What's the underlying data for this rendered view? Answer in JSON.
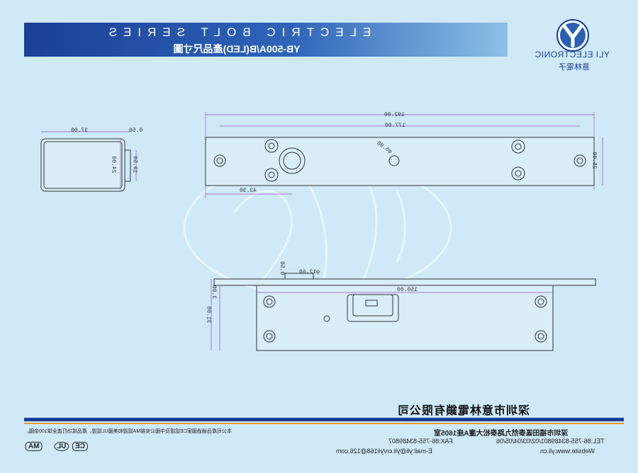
{
  "header": {
    "title": "ELECTRIC BOLT SERIES",
    "subtitle": "YB-500A/B(LED)產品尺寸圖"
  },
  "brand": {
    "name_en": "YLI ELECTRONIC",
    "name_cn": "意林電子",
    "color": "#1a3f96",
    "logo_icon": "yli-logo-icon"
  },
  "dimensions": {
    "side_width": "37.00",
    "side_lip": "0.50",
    "side_height": "24.00",
    "side_inner": "19.50",
    "top_length": "192.00",
    "top_hole_span": "177.00",
    "top_height": "25.00",
    "top_bolt_offset": "43.30",
    "top_small_hole": "φ5.00",
    "front_bolt_dia": "φ12.60",
    "front_bolt_protrude": "0.50",
    "front_body_length": "150.00",
    "front_plate": "3.00",
    "front_height": "31.00"
  },
  "watermark": "yli",
  "footer": {
    "company": "深圳市意林電鎖有限公司",
    "address": "深圳市福田區泰然九路泰松大廈A座1605室",
    "tel": "TEL:86-755-83489801/02/03/04/05/06",
    "fax": "FAX:86-755-83489807",
    "website": "Website:www.yli.cn",
    "email": "E-mail:yli@yli.cn/yli168@126.com",
    "note_left": "本公司產品通過國家CE認證及中國公安部MA認證和美國UL認證。產品成功打進全球100余國。",
    "badges": [
      "CE",
      "UL",
      "MA"
    ],
    "rule_colors": [
      "#1a3f96",
      "#e89a2a"
    ]
  }
}
